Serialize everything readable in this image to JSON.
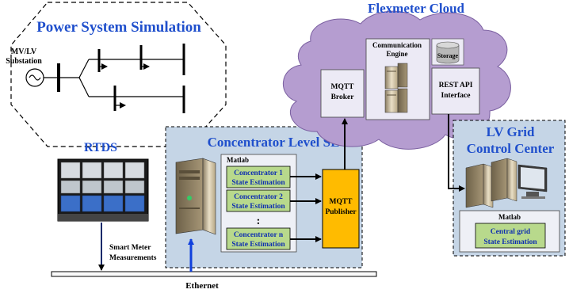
{
  "power_system": {
    "title": "Power System Simulation",
    "substation_label": [
      "MV/LV",
      "Substation"
    ]
  },
  "rtds": {
    "label": "RTDS"
  },
  "cloud": {
    "title": "Flexmeter Cloud",
    "mqtt_broker": [
      "MQTT",
      "Broker"
    ],
    "comm_engine": [
      "Communication",
      "Engine"
    ],
    "storage": "Storage",
    "rest_api": [
      "REST API",
      "Interface"
    ]
  },
  "concentrator": {
    "title": "Concentrator Level SE",
    "matlab_label": "Matlab",
    "items": [
      [
        "Concentrator 1",
        "State Estimation"
      ],
      [
        "Concentrator 2",
        "State Estimation"
      ],
      [
        "Concentrator n",
        "State Estimation"
      ]
    ],
    "ellipsis": ":",
    "publisher": [
      "MQTT",
      "Publisher"
    ]
  },
  "lv_grid": {
    "title": [
      "LV Grid",
      "Control Center"
    ],
    "matlab_label": "Matlab",
    "box": [
      "Central grid",
      "State Estimation"
    ]
  },
  "network": {
    "smart_meter": [
      "Smart Meter",
      "Measurements"
    ],
    "ethernet": "Ethernet"
  },
  "colors": {
    "title_blue": "#1f4fcc",
    "panel_fill": "#c5d5e6",
    "cloud_fill": "#b59dd0",
    "green_box": "#b8d98c",
    "publisher": "#ffbb00",
    "arrow_blue": "#1040dd"
  }
}
